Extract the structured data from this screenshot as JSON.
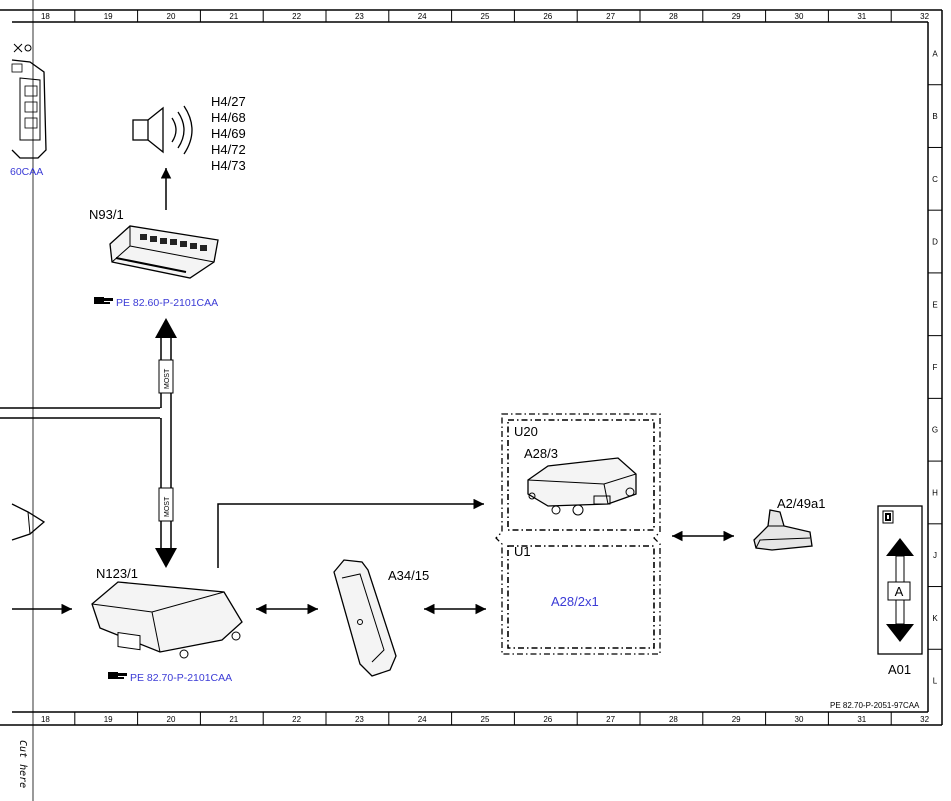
{
  "grid": {
    "columns": [
      "18",
      "19",
      "20",
      "21",
      "22",
      "23",
      "24",
      "25",
      "26",
      "27",
      "28",
      "29",
      "30",
      "31",
      "32"
    ],
    "rows": [
      "A",
      "B",
      "C",
      "D",
      "E",
      "F",
      "G",
      "H",
      "J",
      "K",
      "L"
    ]
  },
  "components": {
    "speaker_labels": [
      "H4/27",
      "H4/68",
      "H4/69",
      "H4/72",
      "H4/73"
    ],
    "n93": "N93/1",
    "n93_ref": "PE 82.60-P-2101CAA",
    "n123": "N123/1",
    "n123_ref": "PE 82.70-P-2101CAA",
    "a34": "A34/15",
    "u20": "U20",
    "a28_3": "A28/3",
    "u1": "U1",
    "a28_2x1": "A28/2x1",
    "antenna": "A2/49a1",
    "left_ref": "60CAA",
    "most_labels": [
      "MOST",
      "MOST"
    ]
  },
  "legend": {
    "letter": "A",
    "code": "A01"
  },
  "sheet_ref": "PE 82.70-P-2051-97CAA",
  "cut_text": "Cut here",
  "colors": {
    "link": "#3b3bd6",
    "line": "#000000",
    "background": "#ffffff"
  }
}
